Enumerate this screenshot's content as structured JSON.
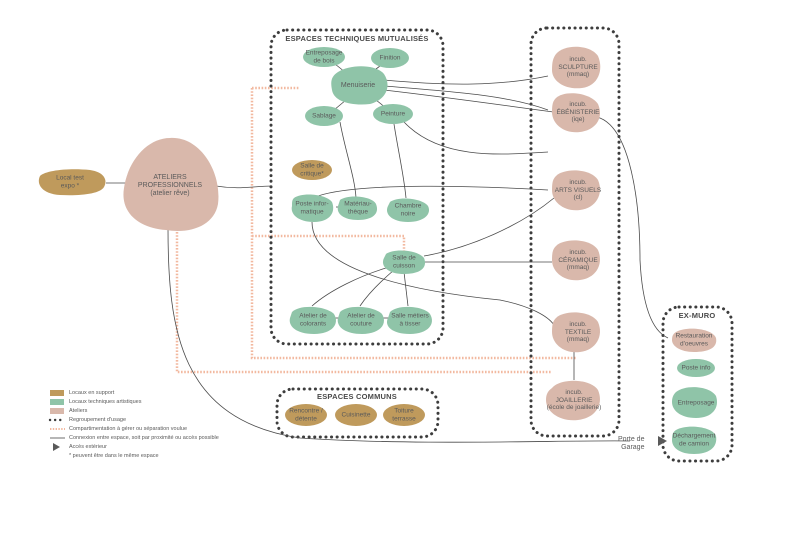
{
  "colors": {
    "support": "#bf9a5c",
    "technical": "#8fc4a8",
    "studio": "#d9b8ab",
    "outline": "#3d3d3d",
    "partition": "#f2b9a0",
    "connector": "#4a4a4a"
  },
  "groups": {
    "technical_title": "ESPACES TECHNIQUES MUTUALISÉS",
    "common_title": "ESPACES COMMUNS",
    "exmuro_title": "EX-MURO"
  },
  "nodes": {
    "local_test": "Local test\nexpo *",
    "ateliers": "ATELIERS\nPROFESSIONNELS\n(atelier rêve)",
    "entreposage_bois": "Entreposage\nde bois",
    "finition": "Finition",
    "menuiserie": "Menuiserie",
    "sablage": "Sablage",
    "peinture": "Peinture",
    "salle_critique": "Salle de\ncritique*",
    "poste_informatique": "Poste infor-\nmatique",
    "materiautheque": "Matériau-\nthèque",
    "chambre_noire": "Chambre\nnoire",
    "salle_cuisson": "Salle de\ncuisson",
    "atelier_colorants": "Atelier de\ncolorants",
    "atelier_couture": "Atelier de\ncouture",
    "salle_metiers": "Salle métiers\nà tisser",
    "incub_sculpture": "incub.\nSCULPTURE\n(mmaq)",
    "incub_ebenisterie": "incub.\nÉBÉNISTERIE\n(iqe)",
    "incub_arts_visuels": "incub.\nARTS VISUELS\n(cl)",
    "incub_ceramique": "incub.\nCÉRAMIQUE\n(mmaq)",
    "incub_textile": "incub.\nTEXTILE\n(mmaq)",
    "incub_joaillerie": "incub.\nJOAILLERIE\n(école de joaillerie)",
    "rencontre": "Rencontre /\ndétente",
    "cuisinette": "Cuisinette",
    "toiture": "Toiture\nterrasse",
    "restauration": "Restauration\nd'oeuvres",
    "poste_info": "Poste info",
    "entreposage": "Entreposage",
    "dechargement": "Déchargement\nde camion",
    "porte_garage": "Porte de\nGarage"
  },
  "legend": {
    "support": "Locaux en support",
    "technical": "Locaux techniques artistiques",
    "studios": "Ateliers",
    "grouping": "Regroupement d'usage",
    "partition": "Compartimentation à gérer ou séparation voulue",
    "connection": "Connexion entre espace, soit par proximité ou accès possible",
    "exterior": "Accès extérieur",
    "note": "* peuvent être dans le même espace"
  }
}
